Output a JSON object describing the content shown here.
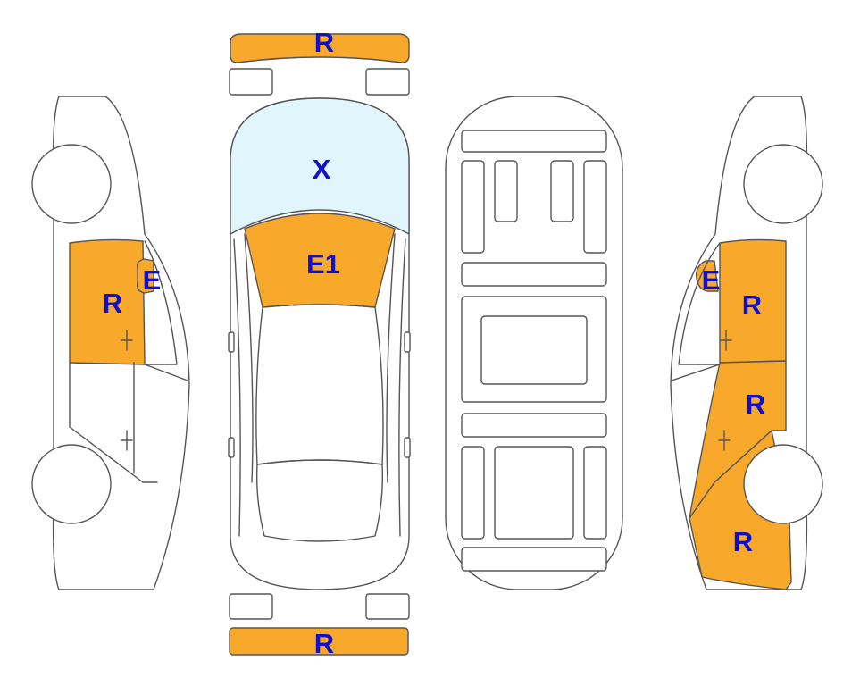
{
  "colors": {
    "repaired": "#f8a82a",
    "replaced_glass": "#e0f6fc",
    "outline": "#555555",
    "label": "#1010cc"
  },
  "labels": {
    "front_bumper": "R",
    "windshield": "X",
    "hood": "E1",
    "rear_bumper": "R",
    "left_front_door": "R",
    "left_mirror": "E",
    "right_mirror": "E",
    "right_front_door": "R",
    "right_rear_door": "R",
    "right_rear_fender": "R"
  }
}
